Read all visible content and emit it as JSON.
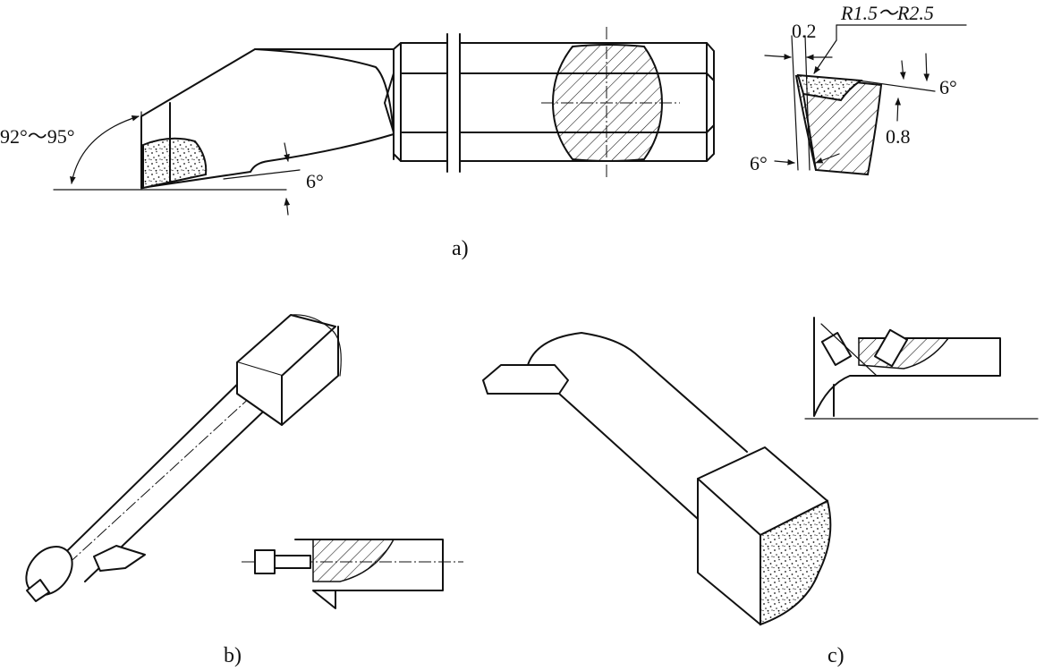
{
  "figure_a": {
    "caption": "a)",
    "angle_approach": "92°～95°",
    "angle_relief_side": "6°",
    "detail": {
      "width_top": "0.2",
      "nose_radius": "R1.5～R2.5",
      "rake_angle": "6°",
      "land_width": "0.8",
      "clearance_angle": "6°"
    }
  },
  "figure_b": {
    "caption": "b)"
  },
  "figure_c": {
    "caption": "c)"
  }
}
